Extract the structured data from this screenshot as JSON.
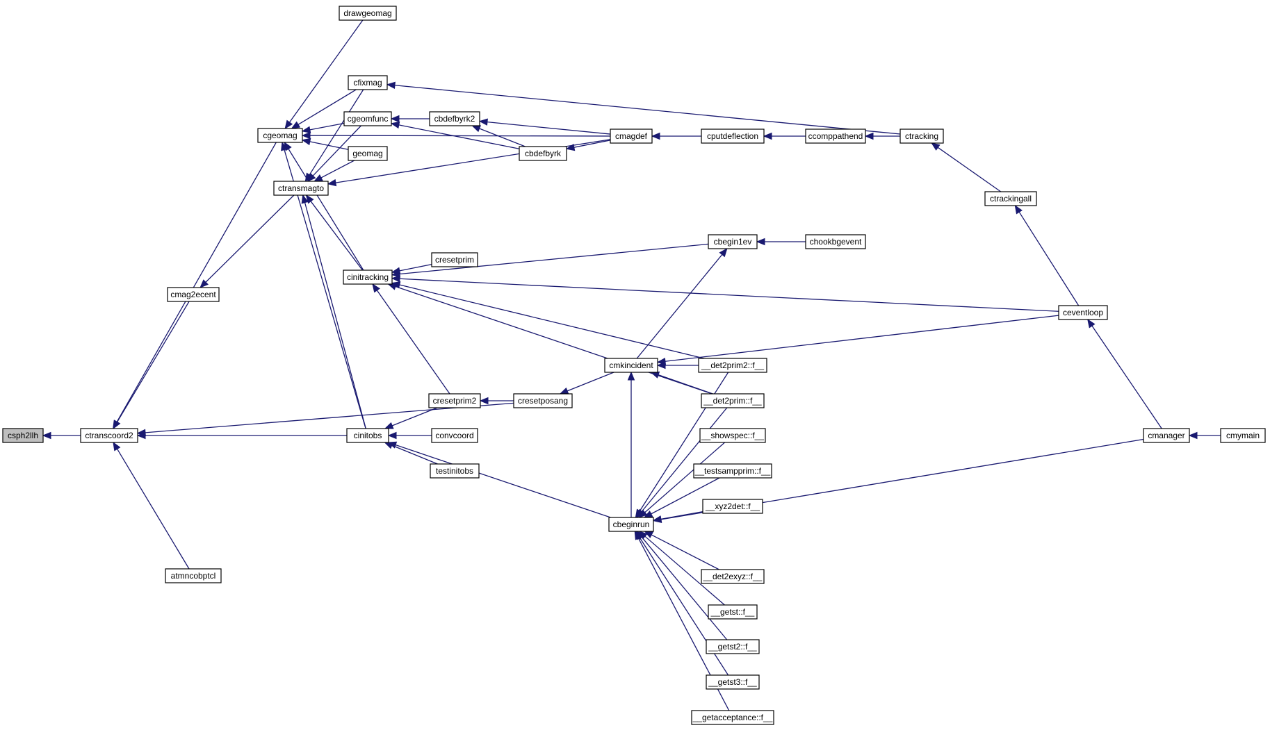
{
  "graph": {
    "type": "caller-graph",
    "root": "csph2llh",
    "nodes": [
      {
        "id": "csph2llh",
        "label": "csph2llh",
        "root": true
      },
      {
        "id": "ctranscoord2",
        "label": "ctranscoord2"
      },
      {
        "id": "cgeomag",
        "label": "cgeomag"
      },
      {
        "id": "ctransmagto",
        "label": "ctransmagto"
      },
      {
        "id": "cmag2ecent",
        "label": "cmag2ecent"
      },
      {
        "id": "atmncobptcl",
        "label": "atmncobptcl"
      },
      {
        "id": "drawgeomag",
        "label": "drawgeomag"
      },
      {
        "id": "cfixmag",
        "label": "cfixmag"
      },
      {
        "id": "cgeomfunc",
        "label": "cgeomfunc"
      },
      {
        "id": "geomag",
        "label": "geomag"
      },
      {
        "id": "cinitracking",
        "label": "cinitracking"
      },
      {
        "id": "cinitobs",
        "label": "cinitobs"
      },
      {
        "id": "cresetprim",
        "label": "cresetprim"
      },
      {
        "id": "cresetprim2",
        "label": "cresetprim2"
      },
      {
        "id": "convcoord",
        "label": "convcoord"
      },
      {
        "id": "testinitobs",
        "label": "testinitobs"
      },
      {
        "id": "cbdefbyrk2",
        "label": "cbdefbyrk2"
      },
      {
        "id": "cbdefbyrk",
        "label": "cbdefbyrk"
      },
      {
        "id": "cresetposang",
        "label": "cresetposang"
      },
      {
        "id": "cmkincident",
        "label": "cmkincident"
      },
      {
        "id": "cbeginrun",
        "label": "cbeginrun"
      },
      {
        "id": "cmagdef",
        "label": "cmagdef"
      },
      {
        "id": "cbegin1ev",
        "label": "cbegin1ev"
      },
      {
        "id": "det2prim2",
        "label": "__det2prim2::f__"
      },
      {
        "id": "det2prim",
        "label": "__det2prim::f__"
      },
      {
        "id": "showspec",
        "label": "__showspec::f__"
      },
      {
        "id": "testsampprim",
        "label": "__testsampprim::f__"
      },
      {
        "id": "xyz2det",
        "label": "__xyz2det::f__"
      },
      {
        "id": "det2exyz",
        "label": "__det2exyz::f__"
      },
      {
        "id": "getst",
        "label": "__getst::f__"
      },
      {
        "id": "getst2",
        "label": "__getst2::f__"
      },
      {
        "id": "getst3",
        "label": "__getst3::f__"
      },
      {
        "id": "getacceptance",
        "label": "__getacceptance::f__"
      },
      {
        "id": "cputdeflection",
        "label": "cputdeflection"
      },
      {
        "id": "chookbgevent",
        "label": "chookbgevent"
      },
      {
        "id": "ccomppathend",
        "label": "ccomppathend"
      },
      {
        "id": "ctracking",
        "label": "ctracking"
      },
      {
        "id": "ctrackingall",
        "label": "ctrackingall"
      },
      {
        "id": "ceventloop",
        "label": "ceventloop"
      },
      {
        "id": "cmanager",
        "label": "cmanager"
      },
      {
        "id": "cmymain",
        "label": "cmymain"
      }
    ],
    "edges": [
      [
        "ctranscoord2",
        "csph2llh"
      ],
      [
        "cgeomag",
        "ctranscoord2"
      ],
      [
        "cmag2ecent",
        "ctranscoord2"
      ],
      [
        "cinitobs",
        "ctranscoord2"
      ],
      [
        "cresetposang",
        "ctranscoord2"
      ],
      [
        "atmncobptcl",
        "ctranscoord2"
      ],
      [
        "drawgeomag",
        "cgeomag"
      ],
      [
        "cmagdef",
        "cgeomag"
      ],
      [
        "cfixmag",
        "cgeomag"
      ],
      [
        "cgeomfunc",
        "cgeomag"
      ],
      [
        "geomag",
        "cgeomag"
      ],
      [
        "cinitracking",
        "cgeomag"
      ],
      [
        "cinitobs",
        "cgeomag"
      ],
      [
        "cfixmag",
        "ctransmagto"
      ],
      [
        "cgeomfunc",
        "ctransmagto"
      ],
      [
        "geomag",
        "ctransmagto"
      ],
      [
        "cmagdef",
        "ctransmagto"
      ],
      [
        "cinitracking",
        "ctransmagto"
      ],
      [
        "cinitobs",
        "ctransmagto"
      ],
      [
        "ctransmagto",
        "cmag2ecent"
      ],
      [
        "ctracking",
        "cfixmag"
      ],
      [
        "cbdefbyrk2",
        "cgeomfunc"
      ],
      [
        "cbdefbyrk",
        "cgeomfunc"
      ],
      [
        "cmagdef",
        "cbdefbyrk2"
      ],
      [
        "cbdefbyrk",
        "cbdefbyrk2"
      ],
      [
        "cmagdef",
        "cbdefbyrk"
      ],
      [
        "cputdeflection",
        "cmagdef"
      ],
      [
        "ccomppathend",
        "cputdeflection"
      ],
      [
        "ctracking",
        "ccomppathend"
      ],
      [
        "ctrackingall",
        "ctracking"
      ],
      [
        "ceventloop",
        "ctrackingall"
      ],
      [
        "cmanager",
        "ceventloop"
      ],
      [
        "cmymain",
        "cmanager"
      ],
      [
        "cbegin1ev",
        "cinitracking"
      ],
      [
        "cresetprim",
        "cinitracking"
      ],
      [
        "ceventloop",
        "cinitracking"
      ],
      [
        "det2prim2",
        "cinitracking"
      ],
      [
        "det2prim",
        "cinitracking"
      ],
      [
        "cresetprim2",
        "cinitracking"
      ],
      [
        "chookbgevent",
        "cbegin1ev"
      ],
      [
        "cmkincident",
        "cbegin1ev"
      ],
      [
        "cresetprim2",
        "cinitobs"
      ],
      [
        "convcoord",
        "cinitobs"
      ],
      [
        "testinitobs",
        "cinitobs"
      ],
      [
        "cbeginrun",
        "cinitobs"
      ],
      [
        "cresetposang",
        "cresetprim2"
      ],
      [
        "cmkincident",
        "cresetposang"
      ],
      [
        "ceventloop",
        "cmkincident"
      ],
      [
        "det2prim2",
        "cmkincident"
      ],
      [
        "det2prim",
        "cmkincident"
      ],
      [
        "cbeginrun",
        "cmkincident"
      ],
      [
        "det2prim2",
        "cbeginrun"
      ],
      [
        "det2prim",
        "cbeginrun"
      ],
      [
        "showspec",
        "cbeginrun"
      ],
      [
        "testsampprim",
        "cbeginrun"
      ],
      [
        "xyz2det",
        "cbeginrun"
      ],
      [
        "cmanager",
        "cbeginrun"
      ],
      [
        "det2exyz",
        "cbeginrun"
      ],
      [
        "getst",
        "cbeginrun"
      ],
      [
        "getst2",
        "cbeginrun"
      ],
      [
        "getst3",
        "cbeginrun"
      ],
      [
        "getacceptance",
        "cbeginrun"
      ]
    ]
  }
}
